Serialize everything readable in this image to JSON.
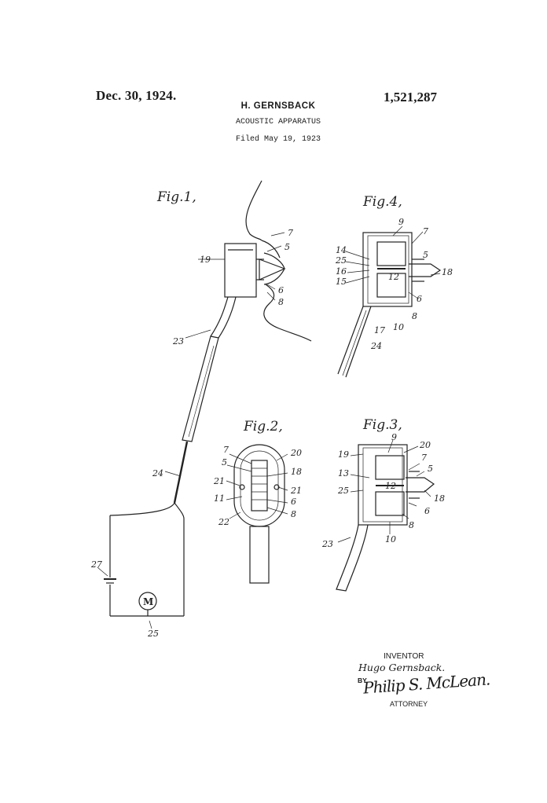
{
  "header": {
    "date": "Dec. 30, 1924.",
    "patent_number": "1,521,287",
    "inventor_name": "H. GERNSBACK",
    "title": "ACOUSTIC APPARATUS",
    "filed": "Filed May 19, 1923"
  },
  "figures": {
    "fig1": "Fig.1,",
    "fig2": "Fig.2,",
    "fig3": "Fig.3,",
    "fig4": "Fig.4,"
  },
  "fig1_labels": [
    "7",
    "5",
    "19",
    "6",
    "8",
    "23",
    "24",
    "27",
    "M",
    "25"
  ],
  "fig2_labels": [
    "7",
    "20",
    "5",
    "18",
    "21",
    "21",
    "11",
    "6",
    "22",
    "8"
  ],
  "fig3_labels": [
    "9",
    "20",
    "19",
    "7",
    "5",
    "13",
    "12",
    "25",
    "18",
    "6",
    "8",
    "10",
    "23"
  ],
  "fig4_labels": [
    "9",
    "7",
    "14",
    "25",
    "5",
    "16",
    "12",
    "18",
    "15",
    "6",
    "8",
    "17",
    "10",
    "24"
  ],
  "signature": {
    "inventor_label": "INVENTOR",
    "inventor_signature": "Hugo Gernsback.",
    "by_label": "BY",
    "attorney_signature": "Philip S. McLean.",
    "attorney_label": "ATTORNEY"
  }
}
